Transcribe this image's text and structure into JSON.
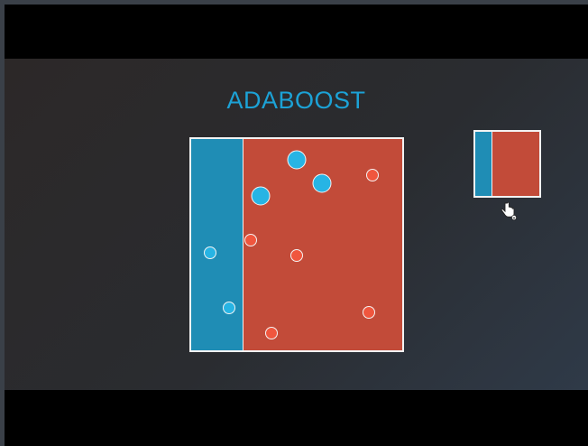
{
  "slide": {
    "title": "ADABOOST",
    "colors": {
      "accent": "#1ca2d6",
      "blue_region": "#1f8db5",
      "red_region": "#c24b39",
      "blue_point": "#27b4e4",
      "red_point": "#f0563e",
      "border": "#f2f2f2"
    },
    "main_plot": {
      "boundary_fraction": 0.245,
      "points": [
        {
          "cls": "blue",
          "size": "large",
          "x": 0.5,
          "y": 0.1
        },
        {
          "cls": "blue",
          "size": "large",
          "x": 0.33,
          "y": 0.27
        },
        {
          "cls": "blue",
          "size": "large",
          "x": 0.62,
          "y": 0.21
        },
        {
          "cls": "red",
          "size": "small",
          "x": 0.86,
          "y": 0.17
        },
        {
          "cls": "red",
          "size": "small",
          "x": 0.28,
          "y": 0.48
        },
        {
          "cls": "red",
          "size": "small",
          "x": 0.5,
          "y": 0.55
        },
        {
          "cls": "blue",
          "size": "small",
          "x": 0.09,
          "y": 0.54
        },
        {
          "cls": "blue",
          "size": "small",
          "x": 0.18,
          "y": 0.8
        },
        {
          "cls": "red",
          "size": "small",
          "x": 0.38,
          "y": 0.92
        },
        {
          "cls": "red",
          "size": "small",
          "x": 0.84,
          "y": 0.82
        }
      ]
    },
    "thumbnail": {
      "boundary_fraction": 0.25
    },
    "cursor": {
      "icon": "hand-pointer-icon"
    }
  }
}
